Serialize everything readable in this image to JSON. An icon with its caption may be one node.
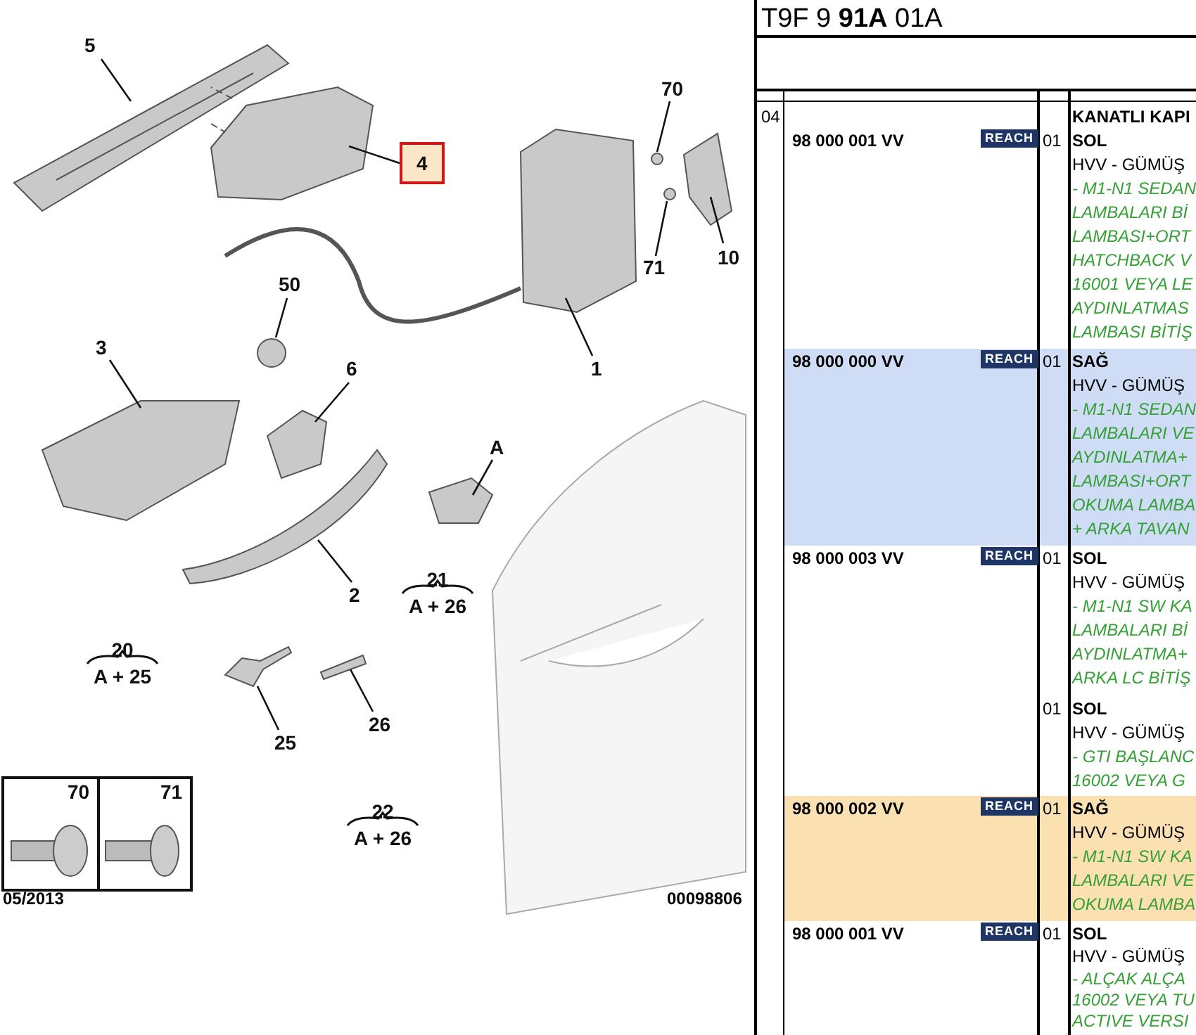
{
  "diagram": {
    "nodes": [
      {
        "text": [
          "5"
        ]
      },
      {
        "text": [
          "4"
        ]
      },
      {
        "text": [
          "70"
        ]
      },
      {
        "text": [
          "71"
        ]
      },
      {
        "text": [
          "10"
        ]
      },
      {
        "text": [
          "1"
        ]
      },
      {
        "text": [
          "50"
        ]
      },
      {
        "text": [
          "3"
        ]
      },
      {
        "text": [
          "6"
        ]
      },
      {
        "text": [
          "A"
        ]
      },
      {
        "text": [
          "2"
        ]
      },
      {
        "text": [
          "25"
        ]
      },
      {
        "text": [
          "26"
        ]
      }
    ],
    "edges": [
      {
        "from": 0,
        "to": null,
        "arrow": "none"
      },
      {
        "from": 1,
        "to": null,
        "arrow": "none"
      },
      {
        "from": 2,
        "to": null,
        "arrow": "none"
      },
      {
        "from": 3,
        "to": null,
        "arrow": "none"
      },
      {
        "from": 4,
        "to": null,
        "arrow": "none"
      },
      {
        "from": 5,
        "to": null,
        "arrow": "none"
      },
      {
        "from": 6,
        "to": null,
        "arrow": "none"
      },
      {
        "from": 7,
        "to": null,
        "arrow": "none"
      },
      {
        "from": 8,
        "to": null,
        "arrow": "none"
      },
      {
        "from": 9,
        "to": null,
        "arrow": "none"
      },
      {
        "from": 10,
        "to": null,
        "arrow": "none"
      },
      {
        "from": 11,
        "to": null,
        "arrow": "none"
      },
      {
        "from": 12,
        "to": null,
        "arrow": "none"
      }
    ],
    "labels": [
      "T9F 9 **91A** 01A",
      "20",
      "A + 25",
      "21",
      "A + 26",
      "22",
      "A + 26",
      "70",
      "71",
      "05/2013",
      "00098806",
      "04",
      "98 000 001 VV",
      "REACH",
      "01",
      "KANATLI KAPI",
      "SOL",
      "HVV - GÜMÜŞ",
      "- M1-N1 SEDAN",
      "LAMBALARI Bİ",
      "LAMBASI+ORT",
      "HATCHBACK V",
      "16001 VEYA LE",
      "AYDINLATMAS",
      "LAMBASI BİTİŞ",
      "98 000 000 VV",
      "REACH",
      "01",
      "SAĞ",
      "HVV - GÜMÜŞ",
      "- M1-N1 SEDAN",
      "LAMBALARI VE",
      "AYDINLATMA+",
      "LAMBASI+ORT",
      "OKUMA LAMBA",
      "+ ARKA TAVAN",
      "98 000 003 VV",
      "REACH",
      "01",
      "SOL",
      "HVV - GÜMÜŞ",
      "- M1-N1 SW KA",
      "LAMBALARI Bİ",
      "AYDINLATMA+",
      "ARKA LC BİTİŞ",
      "01",
      "SOL",
      "HVV - GÜMÜŞ",
      "- GTI BAŞLANC",
      "16002 VEYA G",
      "98 000 002 VV",
      "REACH",
      "01",
      "SAĞ",
      "HVV - GÜMÜŞ",
      "- M1-N1 SW KA",
      "LAMBALARI VE",
      "OKUMA LAMBA",
      "98 000 001 VV",
      "REACH",
      "01",
      "SOL",
      "HVV - GÜMÜŞ",
      "- ALÇAK ALÇA",
      "16002 VEYA TU",
      "ACTIVE VERSI"
    ]
  }
}
